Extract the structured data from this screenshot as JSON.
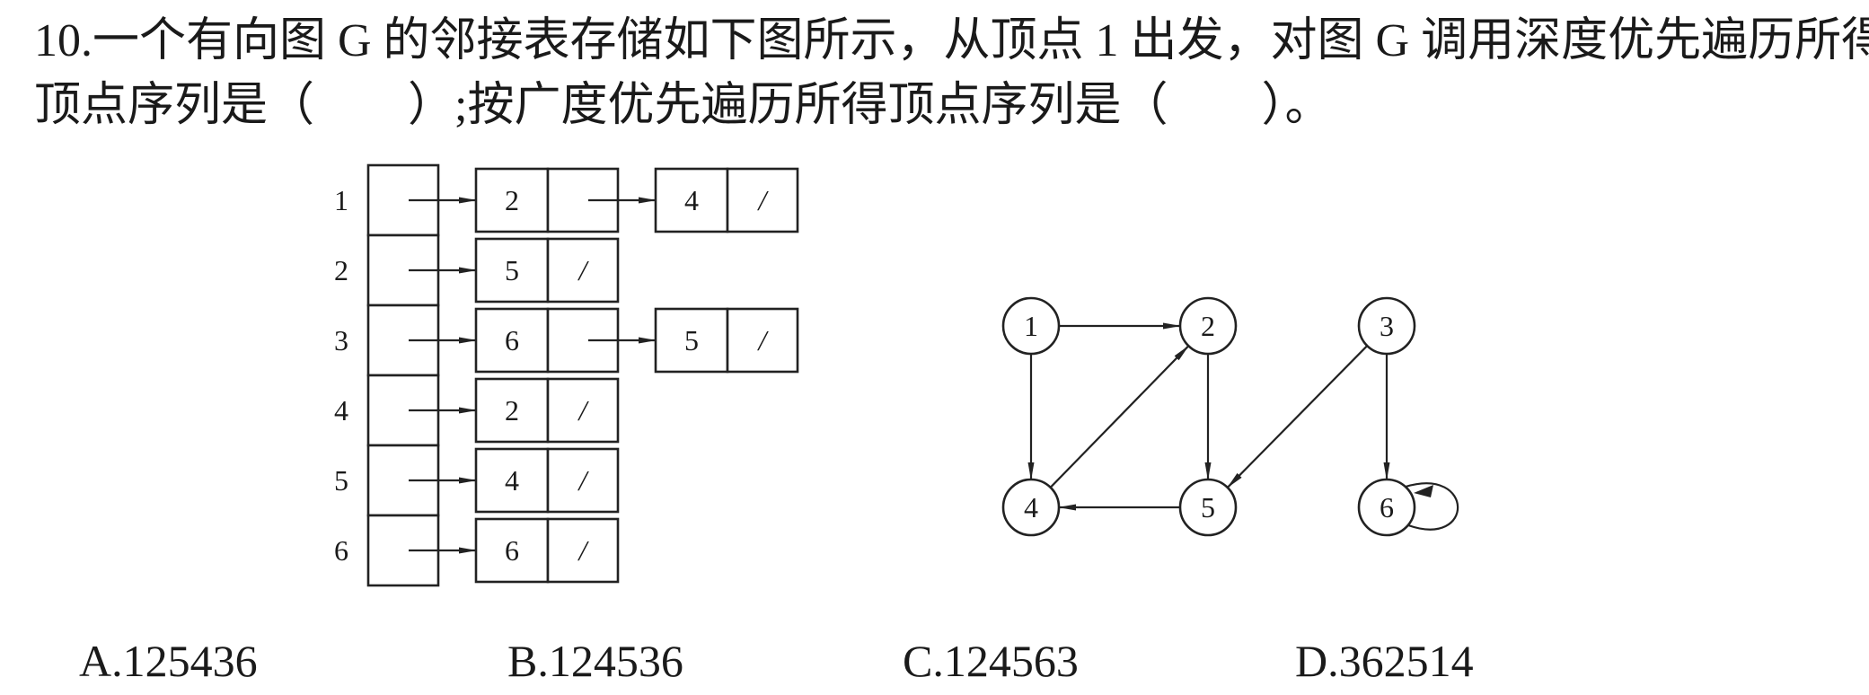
{
  "question": {
    "line1": "10.一个有向图 G 的邻接表存储如下图所示，从顶点 1 出发，对图 G 调用深度优先遍历所得",
    "line2": "顶点序列是（　　）;按广度优先遍历所得顶点序列是（　　）。"
  },
  "adjacency_list": {
    "rows": [
      {
        "vertex": "1",
        "nodes": [
          "2",
          "4"
        ]
      },
      {
        "vertex": "2",
        "nodes": [
          "5"
        ]
      },
      {
        "vertex": "3",
        "nodes": [
          "6",
          "5"
        ]
      },
      {
        "vertex": "4",
        "nodes": [
          "2"
        ]
      },
      {
        "vertex": "5",
        "nodes": [
          "4"
        ]
      },
      {
        "vertex": "6",
        "nodes": [
          "6"
        ]
      }
    ],
    "null_mark": "/"
  },
  "graph": {
    "nodes": [
      "1",
      "2",
      "3",
      "4",
      "5",
      "6"
    ],
    "edges": [
      {
        "from": "1",
        "to": "2"
      },
      {
        "from": "1",
        "to": "4"
      },
      {
        "from": "4",
        "to": "2"
      },
      {
        "from": "2",
        "to": "5"
      },
      {
        "from": "3",
        "to": "5"
      },
      {
        "from": "5",
        "to": "4"
      },
      {
        "from": "3",
        "to": "6"
      },
      {
        "from": "6",
        "to": "6"
      }
    ]
  },
  "options": [
    "A.125436",
    "B.124536",
    "C.124563",
    "D.362514"
  ]
}
